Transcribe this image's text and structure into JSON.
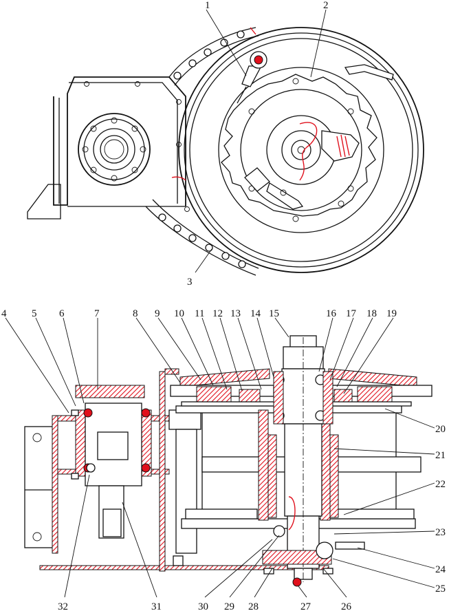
{
  "figure": {
    "top_view_labels": [
      "1",
      "2",
      "3"
    ],
    "section_top_labels": [
      "4",
      "5",
      "6",
      "7",
      "8",
      "9",
      "10",
      "11",
      "12",
      "13",
      "14",
      "15",
      "16",
      "17",
      "18",
      "19"
    ],
    "section_right_labels": [
      "20",
      "21",
      "22",
      "23",
      "24",
      "25"
    ],
    "section_bottom_labels": [
      "32",
      "31",
      "30",
      "29",
      "28",
      "27",
      "26"
    ]
  },
  "colors": {
    "line": "#111111",
    "section_hatch": "#e0101c",
    "background": "#ffffff"
  }
}
